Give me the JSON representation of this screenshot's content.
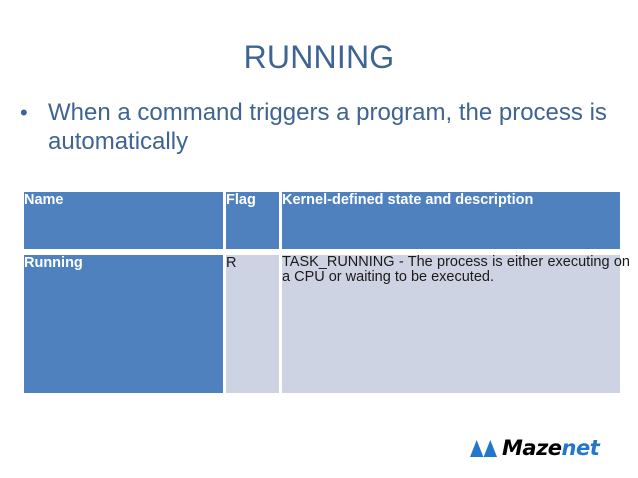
{
  "slide": {
    "title": "RUNNING",
    "title_color": "#3e6493",
    "bullets": [
      {
        "marker": "•",
        "text": "When a command triggers a program, the process is automatically"
      }
    ]
  },
  "table": {
    "header_bg": "#4e81bd",
    "header_text_color": "#ffffff",
    "body_name_bg": "#4e81bd",
    "body_cell_bg": "#ced3e3",
    "columns": [
      {
        "key": "name",
        "label": "Name"
      },
      {
        "key": "flag",
        "label": "Flag"
      },
      {
        "key": "description",
        "label": "Kernel-defined state and  description"
      }
    ],
    "rows": [
      {
        "name": "Running",
        "flag": "R",
        "description": "TASK_RUNNING - The process is either executing on a CPU or waiting to be executed."
      }
    ]
  },
  "logo": {
    "icon": "mazenet-triangle-mark-icon",
    "mark_color": "#2277cc",
    "word_primary": "Maze",
    "word_accent": "net",
    "primary_color": "#000000",
    "accent_color": "#2277cc"
  }
}
